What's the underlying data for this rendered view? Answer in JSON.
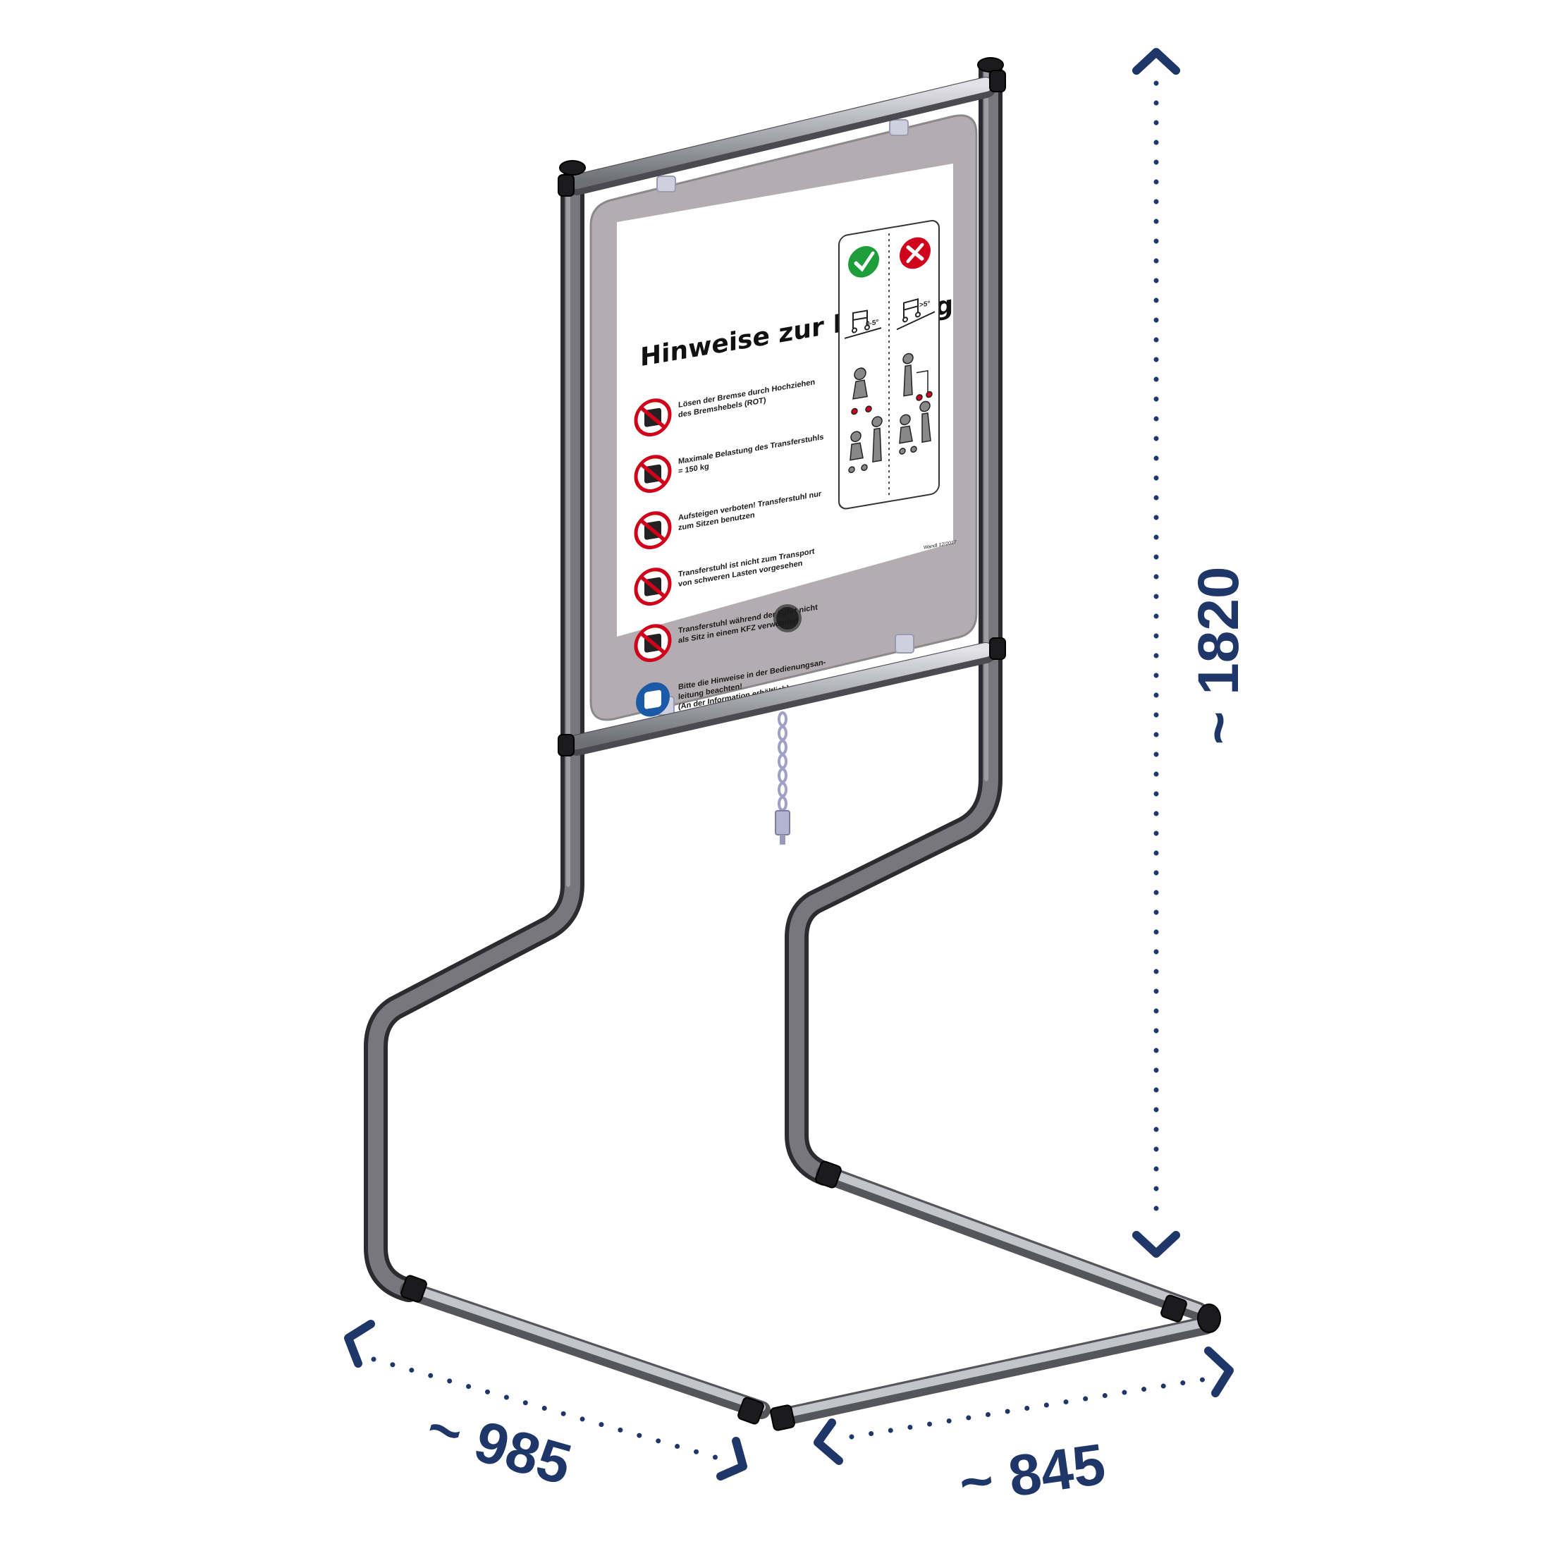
{
  "dimensions": {
    "height_label": "~ 1820",
    "depth_label": "~ 985",
    "width_label": "~ 845"
  },
  "colors": {
    "dimension": "#1f3768",
    "frame": "#5a5a5e",
    "frame_light": "#b8b8be",
    "panel": "#b3adb1",
    "prohibition_red": "#d0021b",
    "mandatory_blue": "#1a5aa6",
    "ok_green": "#1e9e3a"
  },
  "sign": {
    "title": "Hinweise zur Nutzung",
    "items": [
      {
        "lines": [
          "Lösen der Bremse durch Hochziehen",
          "des Bremshebels (ROT)"
        ],
        "icon": "brake-lever-prohibition-icon",
        "kind": "prohibition"
      },
      {
        "lines": [
          "Maximale Belastung des Transferstuhls",
          "= 150 kg"
        ],
        "icon": "max-load-150kg-icon",
        "kind": "prohibition"
      },
      {
        "lines": [
          "Aufsteigen verboten! Transferstuhl nur",
          "zum Sitzen benutzen"
        ],
        "icon": "no-standing-icon",
        "kind": "prohibition"
      },
      {
        "lines": [
          "Transferstuhl ist nicht zum Transport",
          "von schweren Lasten vorgesehen"
        ],
        "icon": "no-heavy-load-icon",
        "kind": "prohibition"
      },
      {
        "lines": [
          "Transferstuhl während der Fahrt nicht",
          "als Sitz in einem KFZ verwenden"
        ],
        "icon": "no-vehicle-seat-icon",
        "kind": "prohibition"
      },
      {
        "lines": [
          "Bitte die Hinweise in der Bedienungsan-",
          "leitung beachten!",
          "(An der Information erhältlich)"
        ],
        "icon": "read-manual-icon",
        "kind": "mandatory"
      }
    ],
    "comparison": {
      "ok_icon": "check-icon",
      "not_ok_icon": "cross-icon",
      "ok_slope_label": "0-5°",
      "not_ok_slope_label": ">5°"
    },
    "footnote": "Wandl 12/2017"
  }
}
